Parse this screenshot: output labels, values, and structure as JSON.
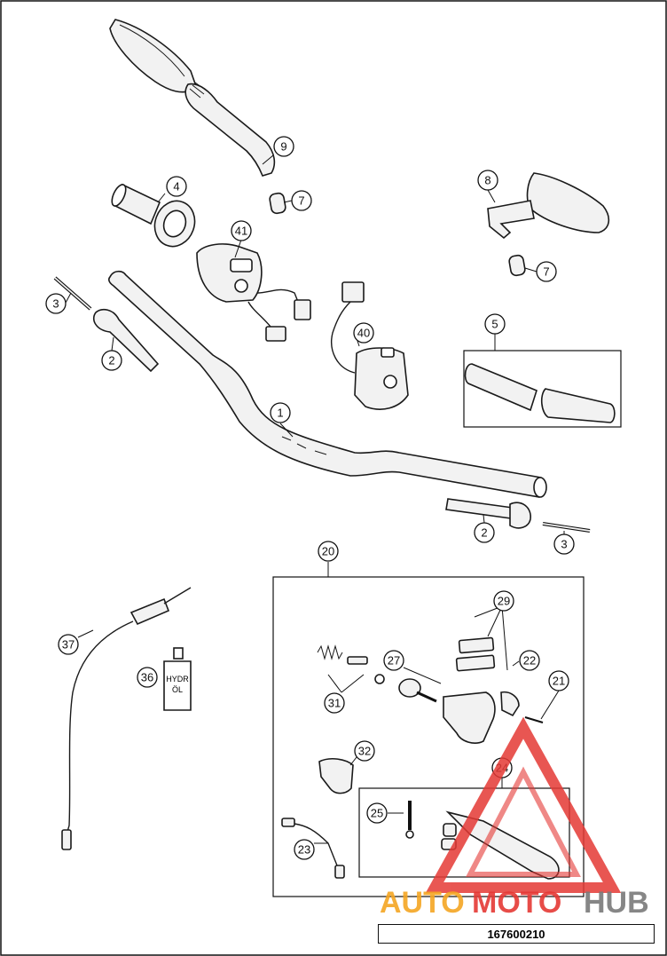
{
  "callouts": {
    "c1": "1",
    "c2a": "2",
    "c2b": "2",
    "c3a": "3",
    "c3b": "3",
    "c4": "4",
    "c5": "5",
    "c7a": "7",
    "c7b": "7",
    "c8": "8",
    "c9": "9",
    "c20": "20",
    "c21": "21",
    "c22": "22",
    "c23": "23",
    "c24": "24",
    "c25": "25",
    "c27": "27",
    "c29": "29",
    "c31": "31",
    "c32": "32",
    "c36": "36",
    "c37": "37",
    "c40": "40",
    "c41": "41"
  },
  "bottle_label": [
    "HYDR",
    "ÖL"
  ],
  "doc_number": "167600210",
  "watermark": {
    "part1": "AUTO",
    "part2": "MOTO",
    "part3": "HUB",
    "color_red": "#e53935",
    "color_orange": "#f5a623",
    "color_gray": "#7a7a7a"
  }
}
